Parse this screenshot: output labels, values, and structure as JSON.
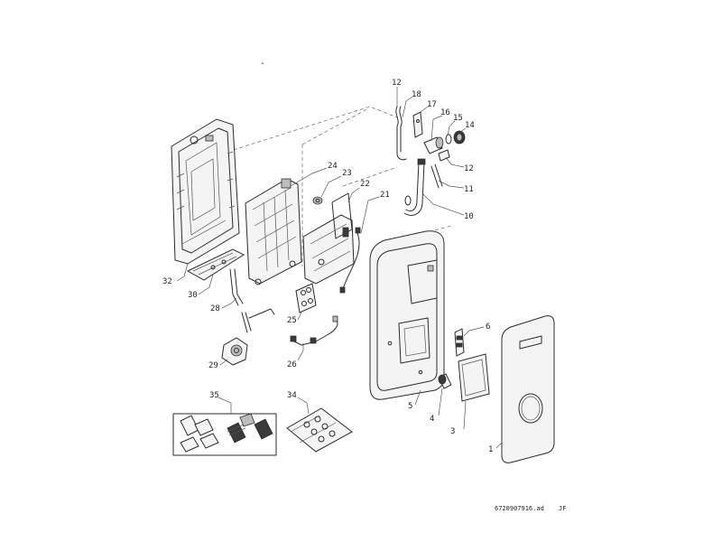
{
  "callouts": {
    "c1": "1",
    "c3": "3",
    "c4": "4",
    "c5": "5",
    "c6": "6",
    "c10": "10",
    "c11": "11",
    "c12a": "12",
    "c12b": "12",
    "c14": "14",
    "c15": "15",
    "c16": "16",
    "c17": "17",
    "c18": "18",
    "c21": "21",
    "c22": "22",
    "c23": "23",
    "c24": "24",
    "c25": "25",
    "c26": "26",
    "c28": "28",
    "c29": "29",
    "c30": "30",
    "c32": "32",
    "c34": "34",
    "c35": "35"
  },
  "footer": {
    "doc_number": "6720907916.ad",
    "author": "JF"
  }
}
